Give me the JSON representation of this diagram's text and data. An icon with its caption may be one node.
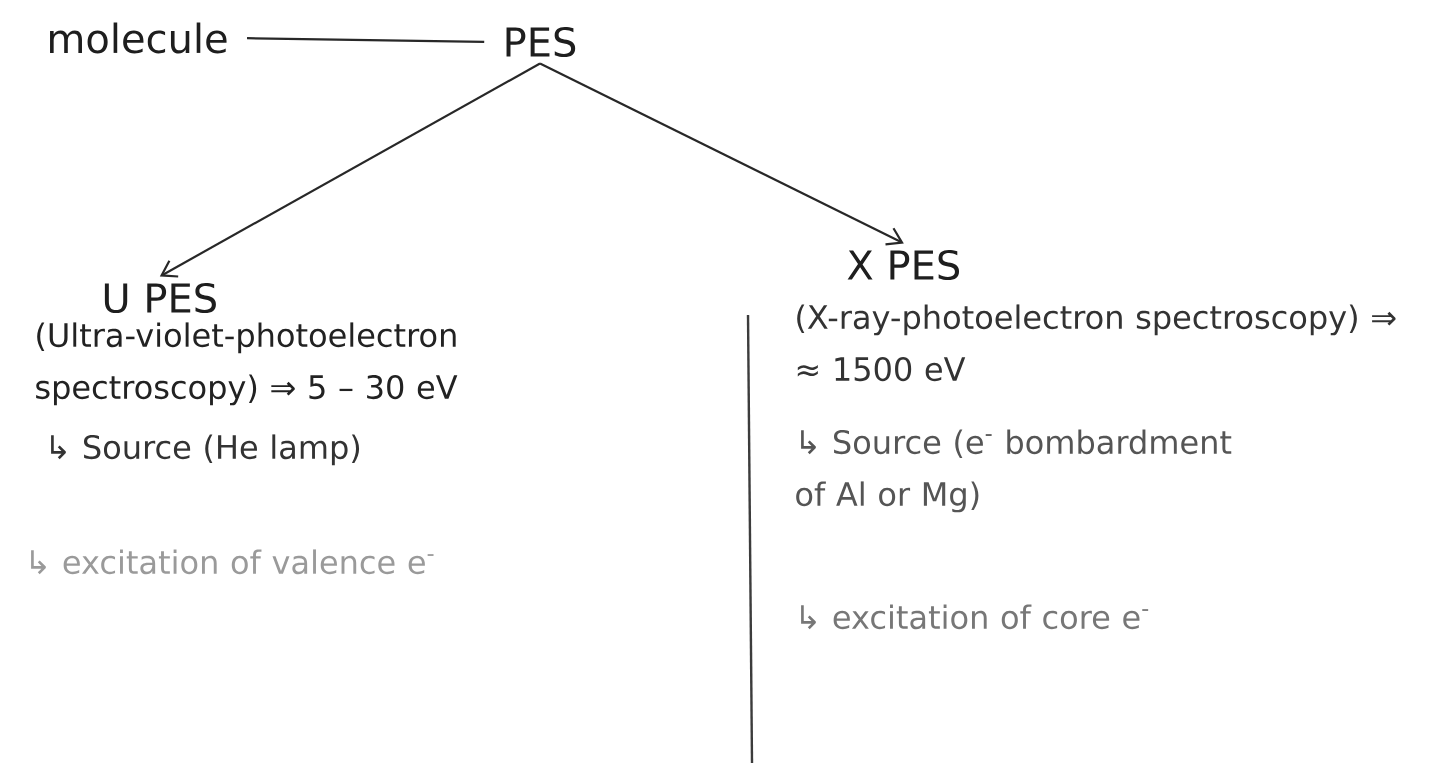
{
  "diagram": {
    "nodes": [
      {
        "text": [
          "molecule"
        ]
      },
      {
        "text": [
          "PES"
        ]
      },
      {
        "text": [
          "U PES"
        ]
      },
      {
        "text": [
          "X PES"
        ]
      }
    ],
    "edges": [
      {
        "from": 0,
        "to": 1,
        "arrow": "none"
      },
      {
        "from": 1,
        "to": 2,
        "arrow": "to"
      },
      {
        "from": 1,
        "to": 3,
        "arrow": "to"
      }
    ],
    "labels": [
      "(Ultra-violet-photoelectron spectroscopy) ⇒ 5 – 30 eV",
      "↳ Source (He lamp)",
      "↳ excitation of valence e$^{-}$",
      "(X-ray-photoelectron spectroscopy) ⇒ ≈ 1500 eV",
      "↳ Source (e$^{-}$ bombardment of Al or Mg)",
      "↳ excitation of core e$^{-}$"
    ]
  }
}
